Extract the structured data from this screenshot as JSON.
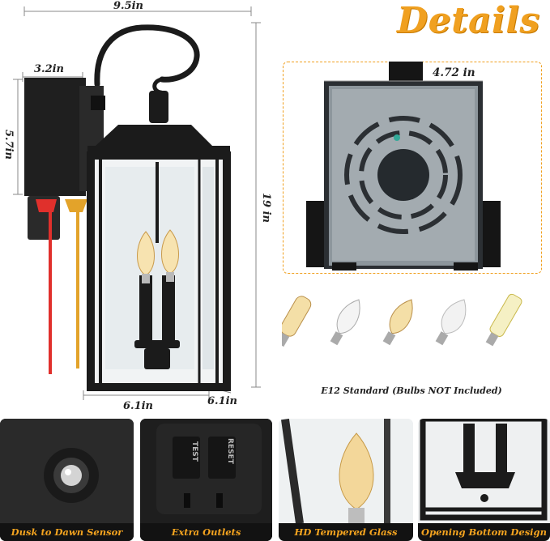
{
  "header": {
    "title": "Details"
  },
  "dimensions": {
    "width_top": "9.5in",
    "box_width": "3.2in",
    "box_height": "5.7in",
    "total_height": "19 in",
    "base_width": "6.1in",
    "base_depth": "6.1in",
    "mount_width": "4.72 in"
  },
  "bulbs": {
    "caption": "E12 Standard (Bulbs NOT Included)"
  },
  "features": [
    {
      "label": "Dusk to Dawn Sensor"
    },
    {
      "label": "Extra Outlets"
    },
    {
      "label": "HD Tempered Glass"
    },
    {
      "label": "Opening Bottom Design"
    }
  ],
  "outlet_text": {
    "left": "TEST",
    "right": "RESET"
  },
  "colors": {
    "accent": "#f0a020",
    "label_bg": "#121212",
    "frame": "#1b1b1b",
    "dash": "#f0a020"
  }
}
